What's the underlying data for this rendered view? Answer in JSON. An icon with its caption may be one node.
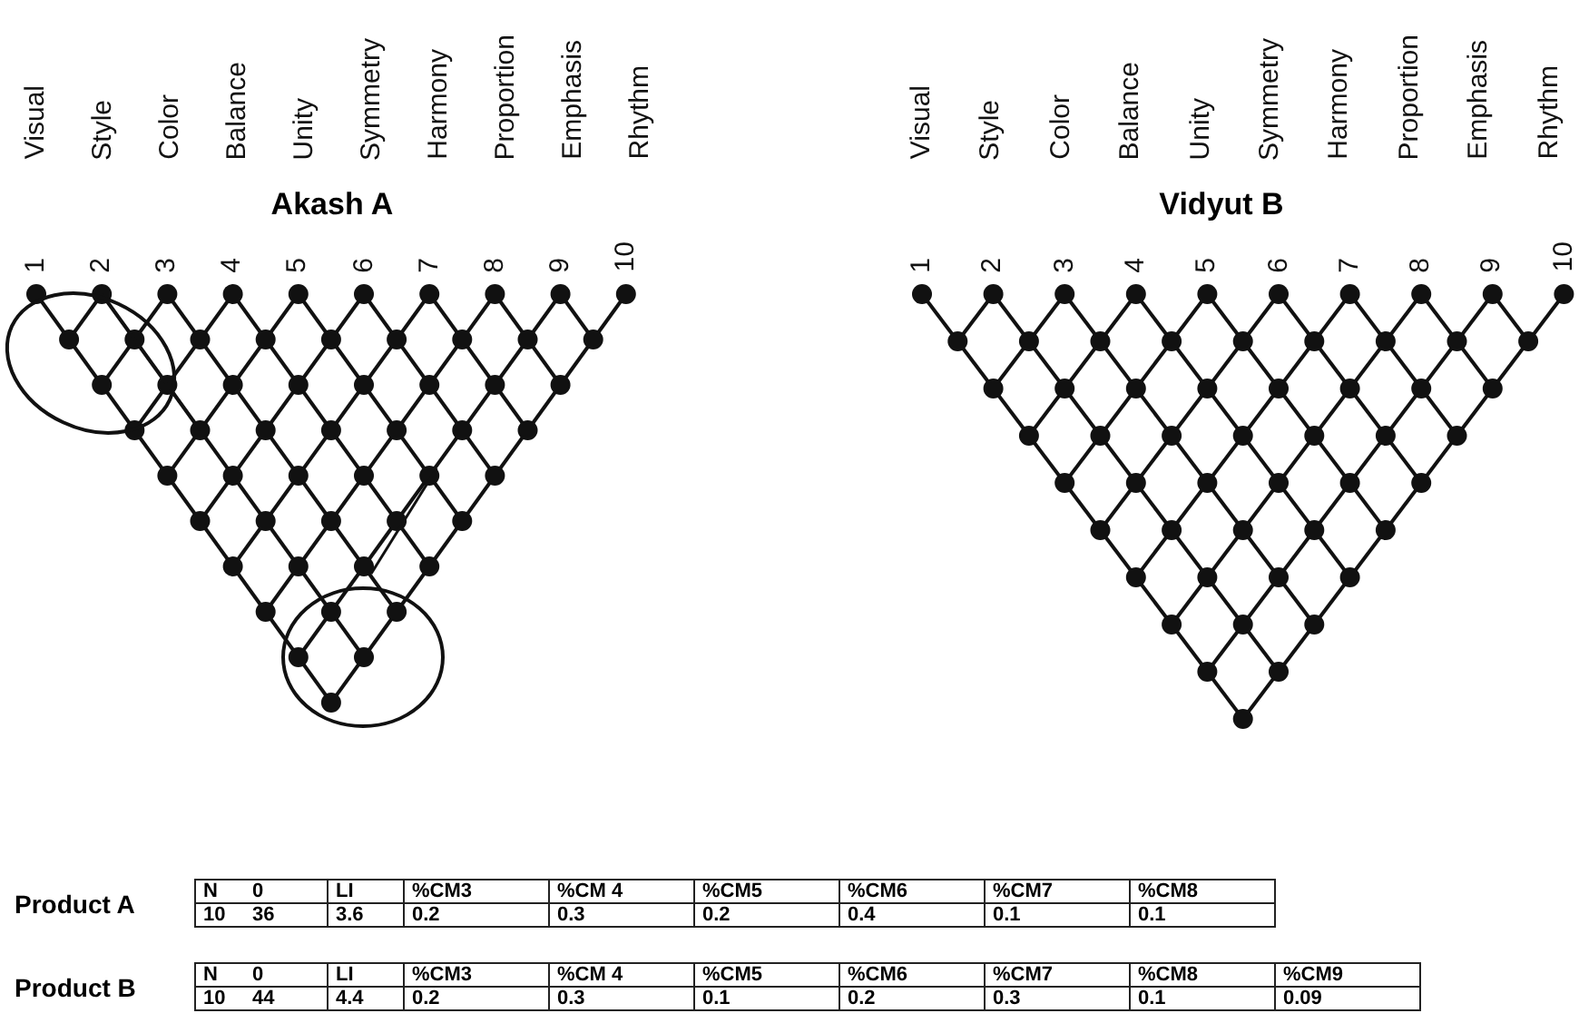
{
  "diagram": {
    "labels": [
      "Visual",
      "Style",
      "Color",
      "Balance",
      "Unity",
      "Symmetry",
      "Harmony",
      "Proportion",
      "Emphasis",
      "Rhythm",
      "Visual",
      "Style",
      "Color",
      "Balance",
      "Unity",
      "Symmetry",
      "Harmony",
      "Proportion",
      "Emphasis",
      "Rhythm",
      "Akash A",
      "Vidyut B",
      "1",
      "2",
      "3",
      "4",
      "5",
      "6",
      "7",
      "8",
      "9",
      "10",
      "1",
      "2",
      "3",
      "4",
      "5",
      "6",
      "7",
      "8",
      "9",
      "10",
      "Product A",
      "N",
      "0",
      "LI",
      "%CM3",
      "%CM 4",
      "%CM5",
      "%CM6",
      "%CM7",
      "%CM8",
      "10",
      "36",
      "3.6",
      "0.2",
      "0.3",
      "0.2",
      "0.4",
      "0.1",
      "0.1",
      "Product B",
      "N",
      "0",
      "LI",
      "%CM3",
      "%CM 4",
      "%CM5",
      "%CM6",
      "%CM7",
      "%CM8",
      "%CM9",
      "10",
      "44",
      "4.4",
      "0.2",
      "0.3",
      "0.1",
      "0.2",
      "0.3",
      "0.1",
      "0.09"
    ]
  }
}
